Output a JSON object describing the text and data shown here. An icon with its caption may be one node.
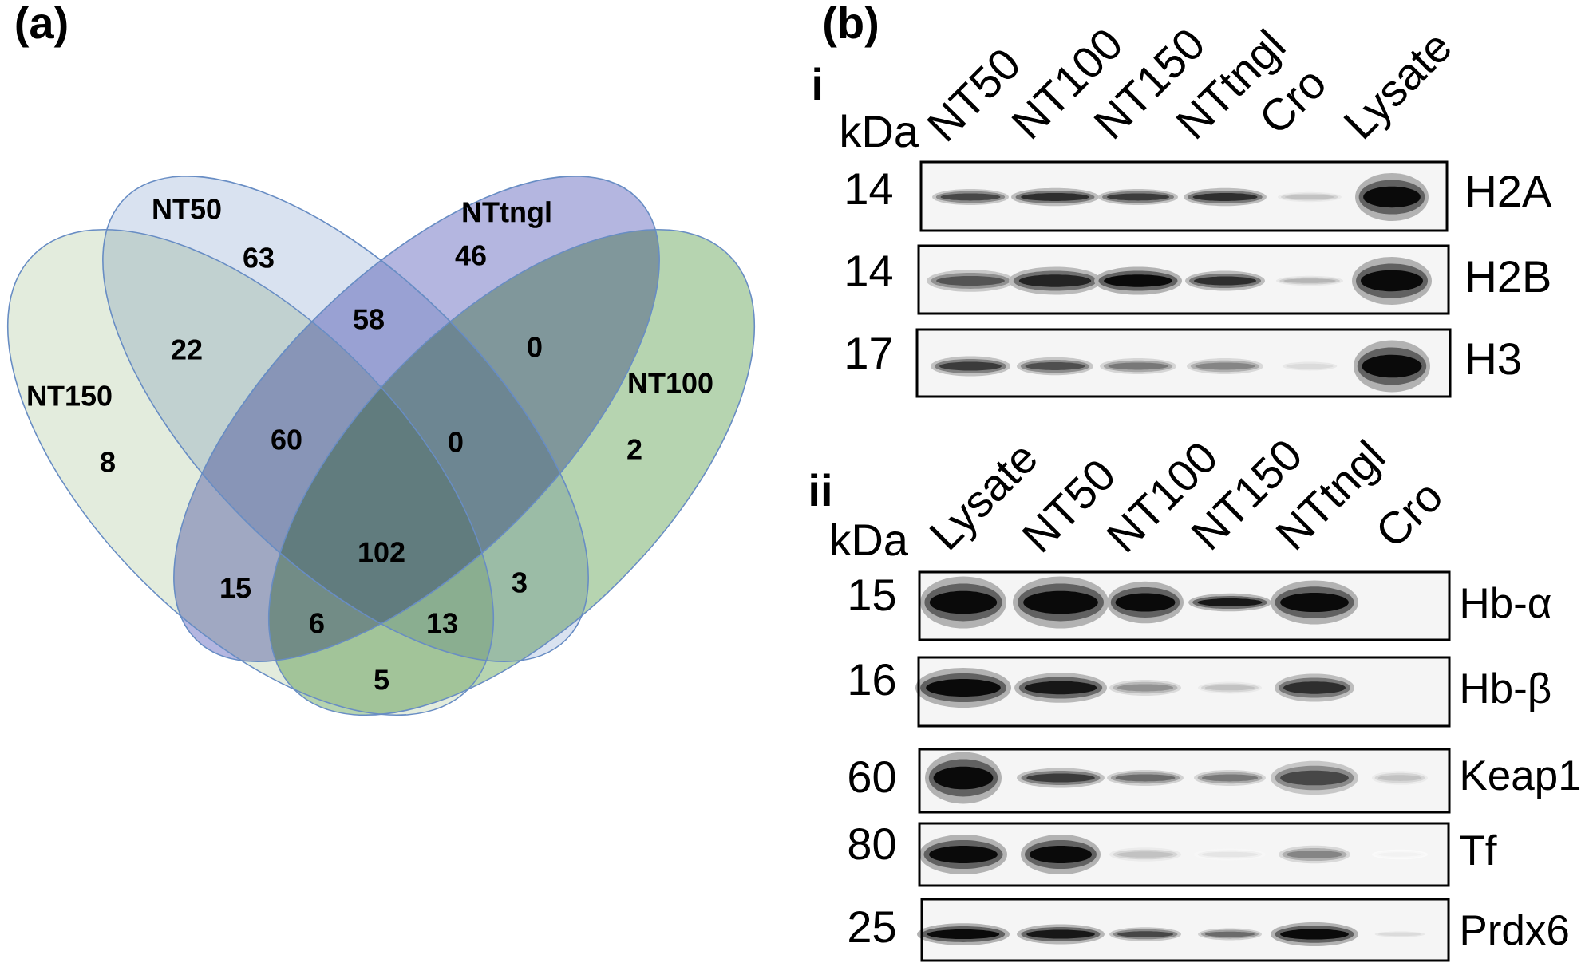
{
  "diagram": {
    "nodes": [
      {
        "text": [
          "NT50"
        ]
      },
      {
        "text": [
          "NTtngl"
        ]
      },
      {
        "text": [
          "NT150"
        ]
      },
      {
        "text": [
          "NT100"
        ]
      }
    ],
    "labels": [
      "(a)",
      "63",
      "46",
      "58",
      "22",
      "0",
      "8",
      "60",
      "0",
      "2",
      "102",
      "15",
      "3",
      "6",
      "13",
      "5",
      "(b)",
      "i",
      "kDa",
      "NT50",
      "NT100",
      "NT150",
      "NTtngl",
      "Cro",
      "Lysate",
      "14",
      "H2A",
      "14",
      "H2B",
      "17",
      "H3",
      "ii",
      "kDa",
      "Lysate",
      "NT50",
      "NT100",
      "NT150",
      "NTtngl",
      "Cro",
      "15",
      "Hb-α",
      "16",
      "Hb-β",
      "60",
      "Keap1",
      "80",
      "Tf",
      "25",
      "Prdx6"
    ]
  }
}
